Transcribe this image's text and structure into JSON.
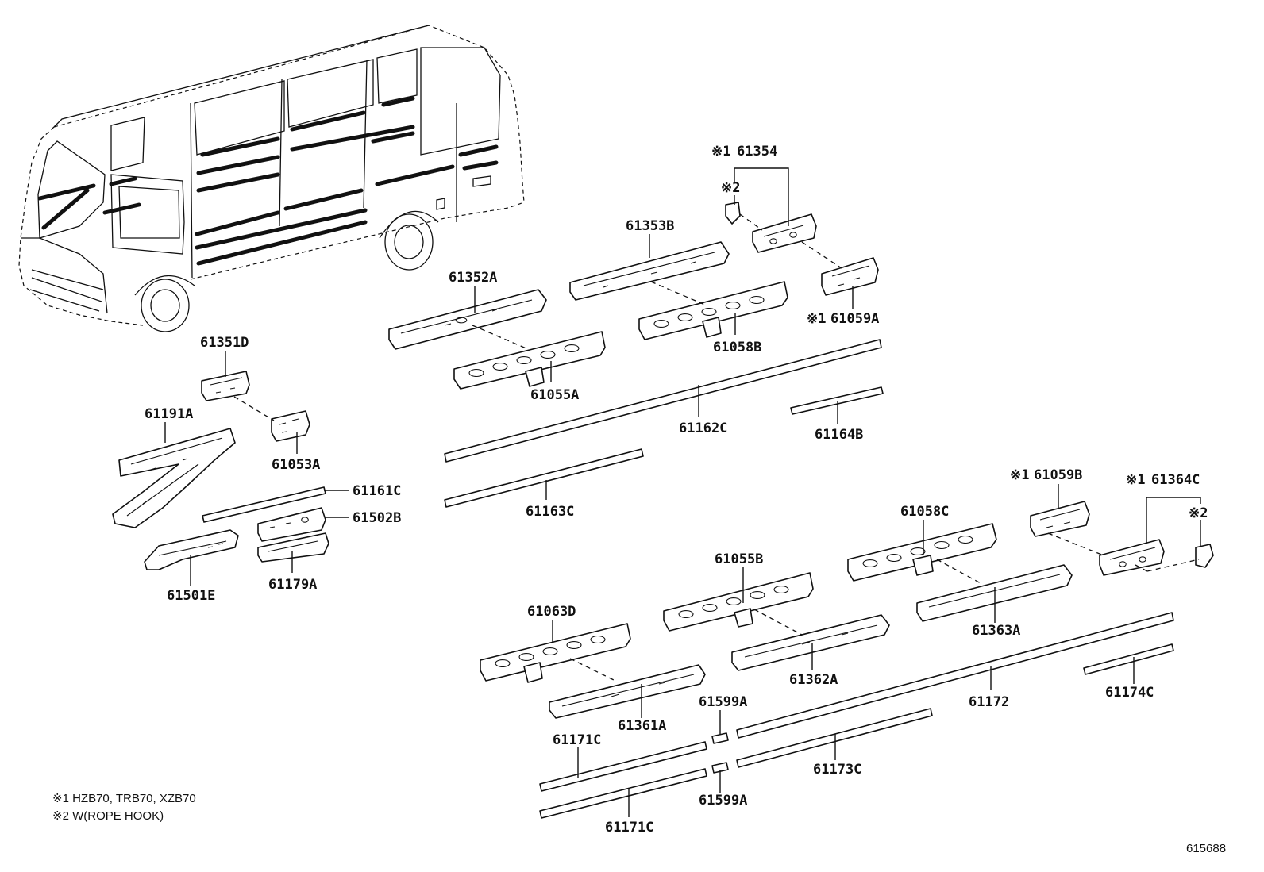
{
  "parts": {
    "p61354": {
      "mark": "※1",
      "code": "61354"
    },
    "p61354_hook": {
      "mark": "※2"
    },
    "p61353B": {
      "code": "61353B"
    },
    "p61352A": {
      "code": "61352A"
    },
    "p61059A": {
      "mark": "※1",
      "code": "61059A"
    },
    "p61058B": {
      "code": "61058B"
    },
    "p61055A": {
      "code": "61055A"
    },
    "p61351D": {
      "code": "61351D"
    },
    "p61191A": {
      "code": "61191A"
    },
    "p61053A": {
      "code": "61053A"
    },
    "p61162C": {
      "code": "61162C"
    },
    "p61164B": {
      "code": "61164B"
    },
    "p61161C": {
      "code": "61161C"
    },
    "p61502B": {
      "code": "61502B"
    },
    "p61163C": {
      "code": "61163C"
    },
    "p61179A": {
      "code": "61179A"
    },
    "p61501E": {
      "code": "61501E"
    },
    "p61059B": {
      "mark": "※1",
      "code": "61059B"
    },
    "p61364C": {
      "mark": "※1",
      "code": "61364C"
    },
    "p61364C_hook": {
      "mark": "※2"
    },
    "p61058C": {
      "code": "61058C"
    },
    "p61055B": {
      "code": "61055B"
    },
    "p61363A": {
      "code": "61363A"
    },
    "p61063D": {
      "code": "61063D"
    },
    "p61362A": {
      "code": "61362A"
    },
    "p61172": {
      "code": "61172"
    },
    "p61174C": {
      "code": "61174C"
    },
    "p61599A_top": {
      "code": "61599A"
    },
    "p61361A": {
      "code": "61361A"
    },
    "p61171C_top": {
      "code": "61171C"
    },
    "p61173C": {
      "code": "61173C"
    },
    "p61599A_bottom": {
      "code": "61599A"
    },
    "p61171C_bottom": {
      "code": "61171C"
    }
  },
  "notes": {
    "note1": "※1  HZB70, TRB70, XZB70",
    "note2": "※2  W(ROPE HOOK)"
  },
  "diagram_id": "615688"
}
